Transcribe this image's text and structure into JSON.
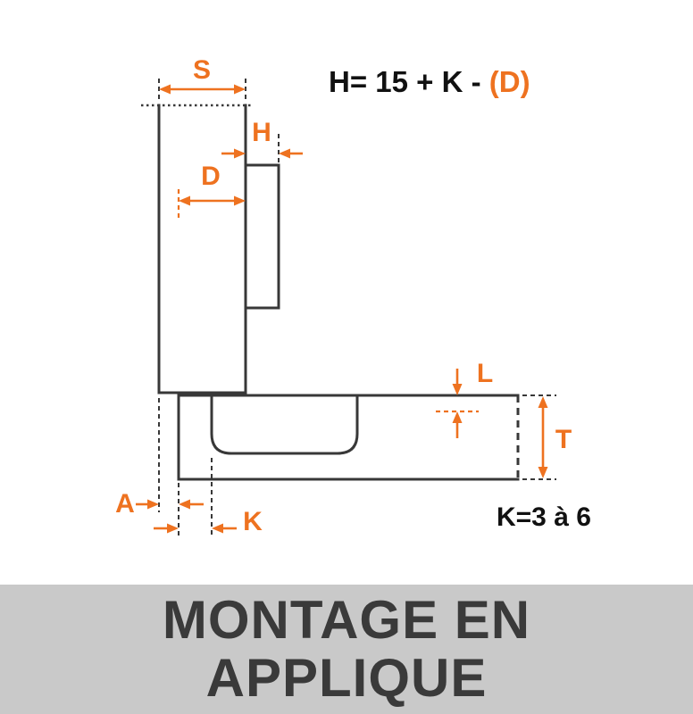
{
  "colors": {
    "accent": "#ee7220",
    "outline": "#383838",
    "ink": "#111111",
    "banner_bg": "#c9c9c9",
    "banner_text": "#3a3a3a",
    "background": "#ffffff"
  },
  "formula": {
    "prefix": "H= 15 + K - ",
    "highlight": "(D)"
  },
  "dimensions": {
    "s": "S",
    "h": "H",
    "d": "D",
    "l": "L",
    "t": "T",
    "a": "A",
    "k": "K"
  },
  "k_range": "K=3 à 6",
  "banner": {
    "line1": "MONTAGE EN",
    "line2": "APPLIQUE"
  }
}
